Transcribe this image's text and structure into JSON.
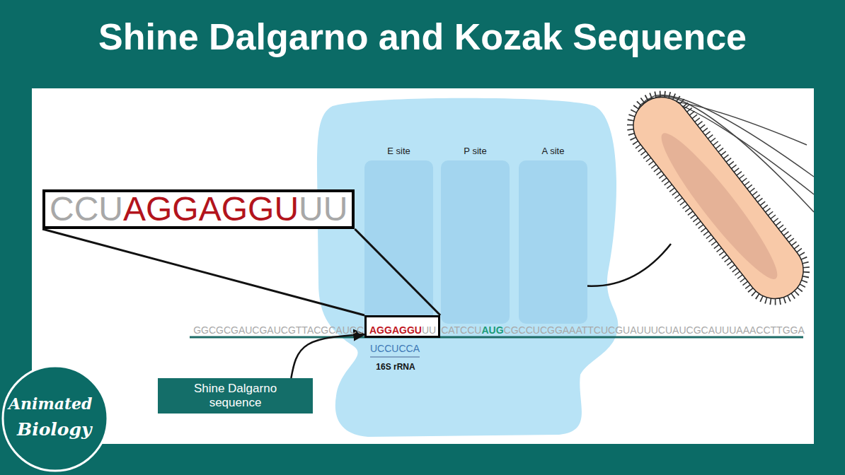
{
  "diagram": {
    "title": "Shine Dalgarno and Kozak Sequence",
    "nodes": [
      {
        "text": [
          "E site"
        ]
      },
      {
        "text": [
          "P site"
        ]
      },
      {
        "text": [
          "A site"
        ]
      },
      {
        "text": [
          "CCU",
          "AGGAGGU",
          "UU"
        ]
      },
      {
        "text": [
          "AGGAGGU",
          "UU"
        ]
      },
      {
        "text": [
          "Shine Dalgarno sequence"
        ]
      }
    ],
    "edges": [
      {
        "from": 3,
        "to": 4,
        "arrow": "none"
      },
      {
        "from": 3,
        "to": 4,
        "arrow": "none"
      },
      {
        "from": 5,
        "to": 4,
        "arrow": "to"
      }
    ],
    "labels": [
      "GGCGCGAUCGAUCGTTACGCAUCC",
      "CATCCU",
      "AUG",
      "CGCCUCGGAAATTCUCGUAUUUCUAUCGCAUUUAAACCTTGGA",
      "UCCUCCA",
      "16S rRNA",
      "Animated",
      "Biology"
    ]
  }
}
